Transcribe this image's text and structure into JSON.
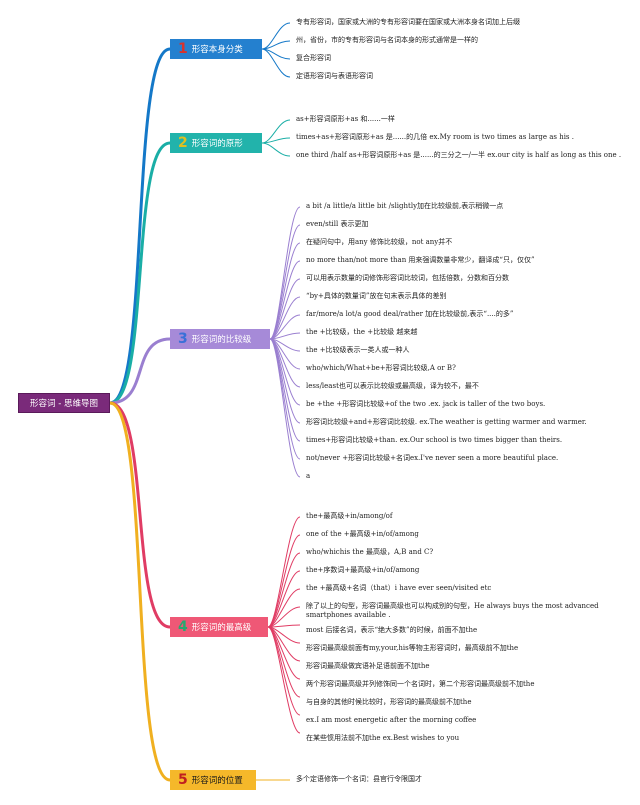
{
  "root": {
    "label": "形容词 - 思维导图"
  },
  "branches": [
    {
      "num": "1",
      "label": "形容本身分类",
      "color": "#1478c8",
      "num_color": "#d8322c",
      "fill": "#2480cf",
      "items": [
        "专有形容词，国家或大洲的专有形容词要在国家或大洲本身名词加上后缀",
        "州，省份，市的专有形容词与名词本身的形式通常是一样的",
        "复合形容词",
        "定语形容词与表语形容词"
      ]
    },
    {
      "num": "2",
      "label": "形容词的原形",
      "color": "#1aaea6",
      "num_color": "#e0c020",
      "fill": "#22b3ab",
      "items": [
        "as+形容词原形+as 和......一样",
        "times+as+形容词原形+as 是......的几倍 ex.My room is two times as large as his .",
        "one third /half as+形容词原形+as 是......的三分之一/一半 ex.our city is half as long as this one ."
      ]
    },
    {
      "num": "3",
      "label": "形容词的比较级",
      "color": "#9a7fd0",
      "num_color": "#3a70d8",
      "fill": "#a68ad8",
      "items": [
        "a bit /a little/a little bit /slightly加在比较级前,表示稍微一点",
        "even/still 表示更加",
        "在疑问句中，用any 修饰比较级，not any并不",
        "no more than/not more than 用来强调数量非常少，翻译成“只，仅仅”",
        "可以用表示数量的词修饰形容词比较词，包括倍数，分数和百分数",
        "“by+具体的数量词”放在句末表示具体的差别",
        "far/more/a lot/a good deal/rather 加在比较级前,表示“....的多”",
        "the +比较级，the +比较级 越来越",
        "the +比较级表示一类人或一种人",
        "who/which/What+be+形容词比较级,A or B?",
        "less/least也可以表示比较级或最高级，译为较不，最不",
        "be +the +形容词比较级+of the two .ex. jack is taller of the two boys.",
        "形容词比较级+and+形容词比较级. ex.The weather is getting warmer and warmer.",
        "times+形容词比较级+than. ex.Our school is two times bigger than theirs.",
        "not/never +形容词比较级+名词ex.I've never seen a more beautiful place.",
        "a"
      ]
    },
    {
      "num": "4",
      "label": "形容词的最高级",
      "color": "#e03c64",
      "num_color": "#28a870",
      "fill": "#ef5876",
      "items": [
        "the+最高级+in/among/of",
        "one of the +最高级+in/of/among",
        "who/whichis the 最高级，A,B and C?",
        "the+序数词+最高级+in/of/among",
        "the +最高级+名词（that）i have ever seen/visited etc",
        "除了以上的句型，形容词最高级也可以构成别的句型，He always buys the most advanced smartphones available .",
        "most 后接名词，表示“绝大多数”的时候，前面不加the",
        "形容词最高级前面有my,your,his等物主形容词时，最高级前不加the",
        "形容词最高级做宾语补足语前面不加the",
        "两个形容词最高级并列修饰同一个名词时，第二个形容词最高级前不加the",
        "与自身的其他时候比较时，形容词的最高级前不加the",
        "ex.I am most energetic after the morning coffee",
        "在某些惯用法前不加the ex.Best wishes to you"
      ]
    },
    {
      "num": "5",
      "label": "形容词的位置",
      "color": "#f0b020",
      "num_color": "#c02020",
      "fill": "#f5b82a",
      "items": [
        "多个定语修饰一个名词：县官行令限国才"
      ]
    }
  ]
}
